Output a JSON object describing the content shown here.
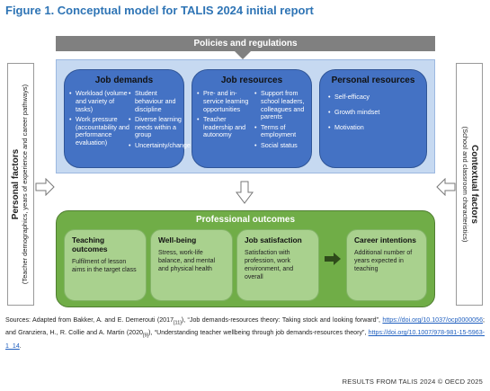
{
  "figure_title": "Figure 1. Conceptual model for TALIS 2024 initial report",
  "policies": "Policies and regulations",
  "job_demands": {
    "title": "Job demands",
    "col1": [
      "Workload (volume and variety of tasks)",
      "Work pressure (accountability and performance evaluation)"
    ],
    "col2": [
      "Student behaviour and discipline",
      "Diverse learning needs within a group",
      "Uncertainty/change"
    ]
  },
  "job_resources": {
    "title": "Job resources",
    "col1": [
      "Pre- and in-service learning opportunities",
      "Teacher leadership and autonomy"
    ],
    "col2": [
      "Support from school leaders, colleagues and parents",
      "Terms of employment",
      "Social status"
    ]
  },
  "personal_resources": {
    "title": "Personal resources",
    "items": [
      "Self-efficacy",
      "Growth mindset",
      "Motivation"
    ]
  },
  "personal_factors": {
    "title": "Personal factors",
    "subtitle": "(Teacher demographics, years of experience and career pathways)"
  },
  "contextual_factors": {
    "title": "Contextual factors",
    "subtitle": "(School and classroom characteristics)"
  },
  "professional_outcomes": {
    "title": "Professional outcomes",
    "boxes": [
      {
        "title": "Teaching outcomes",
        "body": "Fulfilment of lesson aims in the target class"
      },
      {
        "title": "Well-being",
        "body": "Stress, work-life balance, and mental and physical health"
      },
      {
        "title": "Job satisfaction",
        "body": "Satisfaction with profession, work environment, and overall"
      },
      {
        "title": "Career intentions",
        "body": "Additional number of years expected in teaching"
      }
    ]
  },
  "sources": {
    "part1": "Sources: Adapted from Bakker, A. and E. Demerouti (2017",
    "ref1": "[11]",
    "part2": "), “Job demands-resources theory: Taking stock and looking forward”,",
    "link1": "https://doi.org/10.1037/ocp0000056",
    "part3": "; and Granziera, H., R. Collie and A. Martin (2020",
    "ref2": "[9]",
    "part4": "), “Understanding teacher wellbeing through job demands-resources theory”,",
    "link2": "https://doi.org/10.1007/978-981-15-5963-1_14",
    "part5": "."
  },
  "footer": "RESULTS FROM TALIS 2024 © OECD 2025",
  "colors": {
    "title_blue": "#2e74b5",
    "policies_gray": "#808080",
    "panel_light_blue": "#c6d9f1",
    "box_blue": "#4472c4",
    "panel_green": "#70ad47",
    "box_light_green": "#a9d18e",
    "arrow_dark_green": "#2e4b1a"
  }
}
